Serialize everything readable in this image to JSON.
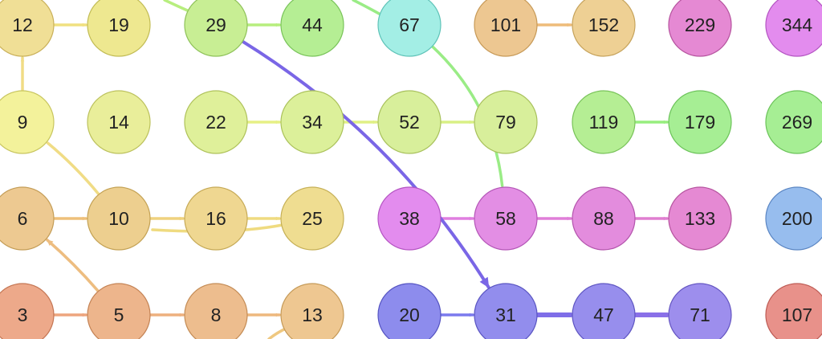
{
  "nodes": [
    {
      "id": "n12",
      "label": "12",
      "fill": "#f0df96",
      "stroke": "#c9b05a"
    },
    {
      "id": "n19",
      "label": "19",
      "fill": "#eee890",
      "stroke": "#c2bc55"
    },
    {
      "id": "n29",
      "label": "29",
      "fill": "#c8ee94",
      "stroke": "#8fc25a"
    },
    {
      "id": "n44",
      "label": "44",
      "fill": "#b5ee94",
      "stroke": "#79c35a"
    },
    {
      "id": "n67",
      "label": "67",
      "fill": "#a3eee5",
      "stroke": "#5fc3b8"
    },
    {
      "id": "n101",
      "label": "101",
      "fill": "#edc791",
      "stroke": "#c79a58"
    },
    {
      "id": "n152",
      "label": "152",
      "fill": "#eed094",
      "stroke": "#c6a35c"
    },
    {
      "id": "n229",
      "label": "229",
      "fill": "#e589d3",
      "stroke": "#b6549f"
    },
    {
      "id": "n344",
      "label": "344",
      "fill": "#e38cee",
      "stroke": "#b455c2"
    },
    {
      "id": "n9",
      "label": "9",
      "fill": "#f3f29b",
      "stroke": "#c8c55f"
    },
    {
      "id": "n14",
      "label": "14",
      "fill": "#e9ee9a",
      "stroke": "#bcc15d"
    },
    {
      "id": "n22",
      "label": "22",
      "fill": "#dff09a",
      "stroke": "#afc25b"
    },
    {
      "id": "n34",
      "label": "34",
      "fill": "#dcf09a",
      "stroke": "#abc25b"
    },
    {
      "id": "n52",
      "label": "52",
      "fill": "#d8ef9b",
      "stroke": "#a8c15c"
    },
    {
      "id": "n79",
      "label": "79",
      "fill": "#d8ef9b",
      "stroke": "#a8c15c"
    },
    {
      "id": "n119",
      "label": "119",
      "fill": "#b5ee94",
      "stroke": "#79c35a"
    },
    {
      "id": "n179",
      "label": "179",
      "fill": "#a6ee94",
      "stroke": "#6cc35a"
    },
    {
      "id": "n269",
      "label": "269",
      "fill": "#a6ee94",
      "stroke": "#6cc35a"
    },
    {
      "id": "n6",
      "label": "6",
      "fill": "#edc991",
      "stroke": "#c49d57"
    },
    {
      "id": "n10",
      "label": "10",
      "fill": "#edcf8f",
      "stroke": "#c4a255"
    },
    {
      "id": "n16",
      "label": "16",
      "fill": "#efd791",
      "stroke": "#c6aa57"
    },
    {
      "id": "n25",
      "label": "25",
      "fill": "#efdd91",
      "stroke": "#c6b057"
    },
    {
      "id": "n38",
      "label": "38",
      "fill": "#e38cee",
      "stroke": "#b455c2"
    },
    {
      "id": "n58",
      "label": "58",
      "fill": "#e38ee4",
      "stroke": "#b456b7"
    },
    {
      "id": "n88",
      "label": "88",
      "fill": "#e38cdd",
      "stroke": "#b455ad"
    },
    {
      "id": "n133",
      "label": "133",
      "fill": "#e589d3",
      "stroke": "#b6549f"
    },
    {
      "id": "n200",
      "label": "200",
      "fill": "#97bdee",
      "stroke": "#5b86c3"
    },
    {
      "id": "n3",
      "label": "3",
      "fill": "#eda98a",
      "stroke": "#c47654"
    },
    {
      "id": "n5",
      "label": "5",
      "fill": "#edb58c",
      "stroke": "#c48355"
    },
    {
      "id": "n8",
      "label": "8",
      "fill": "#edbd8e",
      "stroke": "#c48c56"
    },
    {
      "id": "n13",
      "label": "13",
      "fill": "#eec791",
      "stroke": "#c59a58"
    },
    {
      "id": "n20",
      "label": "20",
      "fill": "#8d8ced",
      "stroke": "#5554c2"
    },
    {
      "id": "n31",
      "label": "31",
      "fill": "#928ded",
      "stroke": "#5a55c2"
    },
    {
      "id": "n47",
      "label": "47",
      "fill": "#978eed",
      "stroke": "#5f56c2"
    },
    {
      "id": "n71",
      "label": "71",
      "fill": "#9d8eed",
      "stroke": "#6556c2"
    },
    {
      "id": "n107",
      "label": "107",
      "fill": "#e8918a",
      "stroke": "#be5c55"
    }
  ],
  "edges": [
    {
      "id": "e12-19",
      "from": "n12",
      "to": "n19",
      "color": "#f0e080",
      "arrow": true
    },
    {
      "id": "e29-44",
      "from": "n29",
      "to": "n44",
      "color": "#b7ee7e",
      "arrow": true
    },
    {
      "id": "e101-152",
      "from": "n101",
      "to": "n152",
      "color": "#eebc7a",
      "arrow": true
    },
    {
      "id": "e9-12",
      "from": "n9",
      "to": "n12",
      "color": "#f0dc85",
      "arrow": true
    },
    {
      "id": "e10-9",
      "from": "n10",
      "to": "n9",
      "color": "#f0dc85",
      "arrow": false
    },
    {
      "id": "e22-34",
      "from": "n22",
      "to": "n34",
      "color": "#e6f085",
      "arrow": true
    },
    {
      "id": "e34-52",
      "from": "n34",
      "to": "n52",
      "color": "#e0f085",
      "arrow": true
    },
    {
      "id": "e52-79",
      "from": "n52",
      "to": "n79",
      "color": "#d9f085",
      "arrow": true
    },
    {
      "id": "e119-179",
      "from": "n119",
      "to": "n179",
      "color": "#97ee7e",
      "arrow": true
    },
    {
      "id": "e6-10",
      "from": "n6",
      "to": "n10",
      "color": "#eec07a",
      "arrow": true
    },
    {
      "id": "e10-16",
      "from": "n10",
      "to": "n16",
      "color": "#efd27e",
      "arrow": true
    },
    {
      "id": "e16-25",
      "from": "n16",
      "to": "n25",
      "color": "#efdb80",
      "arrow": true
    },
    {
      "id": "e38-58",
      "from": "n38",
      "to": "n58",
      "color": "#e07ee0",
      "arrow": true
    },
    {
      "id": "e58-88",
      "from": "n58",
      "to": "n88",
      "color": "#e07ed8",
      "arrow": true
    },
    {
      "id": "e88-133",
      "from": "n88",
      "to": "n133",
      "color": "#e07ed0",
      "arrow": true
    },
    {
      "id": "e5-6",
      "from": "n5",
      "to": "n6",
      "color": "#edbd80",
      "arrow": true
    },
    {
      "id": "e3-5",
      "from": "n3",
      "to": "n5",
      "color": "#eda57e",
      "arrow": true
    },
    {
      "id": "e5-8",
      "from": "n5",
      "to": "n8",
      "color": "#edb07e",
      "arrow": true
    },
    {
      "id": "e8-13",
      "from": "n8",
      "to": "n13",
      "color": "#edb87e",
      "arrow": true
    },
    {
      "id": "e20-31",
      "from": "n20",
      "to": "n31",
      "color": "#7b7aed",
      "arrow": true
    },
    {
      "id": "e31-47",
      "from": "n31",
      "to": "n47",
      "color": "#7f6ee8",
      "arrow": true
    },
    {
      "id": "e47-71",
      "from": "n47",
      "to": "n71",
      "color": "#8a70e8",
      "arrow": true
    },
    {
      "id": "e29-31",
      "from": "n29",
      "to": "n31",
      "color": "#7a66e6",
      "arrow": true
    },
    {
      "id": "e67-58",
      "from": "n67",
      "to": "n58",
      "color": "#9aec86",
      "arrow": false
    }
  ]
}
